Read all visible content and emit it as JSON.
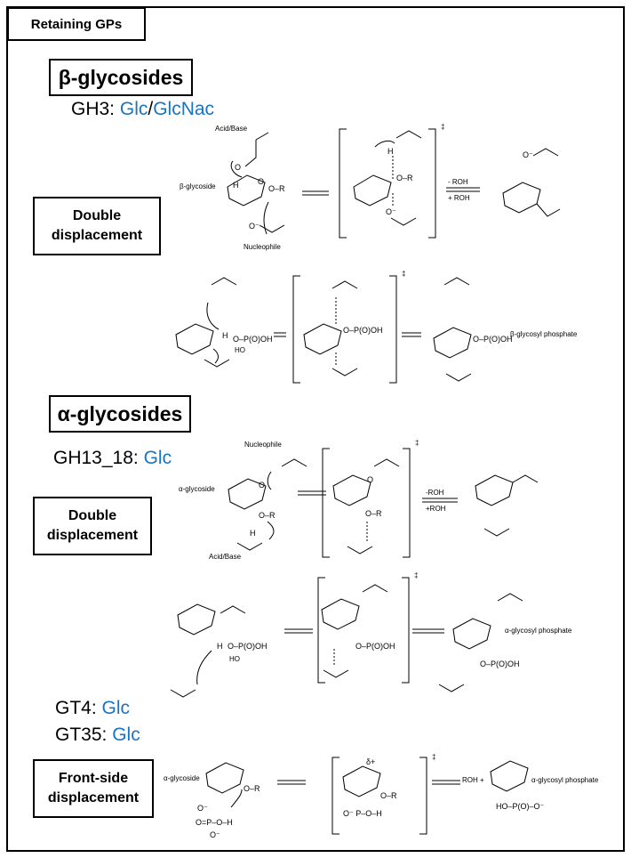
{
  "title": "Retaining GPs",
  "beta": {
    "heading": "β-glycosides",
    "family": {
      "prefix": "GH3: ",
      "sugar1": "Glc",
      "sep": "/",
      "sugar2": "GlcNac"
    },
    "mechanism": [
      "Double",
      "displacement"
    ],
    "scheme1": {
      "acid_base": "Acid/Base",
      "substrate": "β-glycoside",
      "nucleophile": "Nucleophile",
      "arrow_top": "- ROH",
      "arrow_bottom": "+ ROH",
      "dagger": "‡"
    },
    "scheme2": {
      "product": "β-glycosyl phosphate",
      "dagger": "‡"
    }
  },
  "alpha": {
    "heading": "α-glycosides",
    "family": {
      "prefix": "GH13_18: ",
      "sugar": "Glc"
    },
    "mechanism": [
      "Double",
      "displacement"
    ],
    "scheme1": {
      "nucleophile": "Nucleophile",
      "substrate": "α-glycoside",
      "acid_base": "Acid/Base",
      "arrow_top": "-ROH",
      "arrow_bottom": "+ROH",
      "dagger": "‡"
    },
    "scheme2": {
      "product": "α-glycosyl phosphate",
      "dagger": "‡"
    }
  },
  "gt": {
    "families": [
      {
        "prefix": "GT4: ",
        "sugar": "Glc"
      },
      {
        "prefix": "GT35: ",
        "sugar": "Glc"
      }
    ],
    "mechanism": [
      "Front-side",
      "displacement"
    ],
    "scheme": {
      "substrate": "α-glycoside",
      "roh": "ROH +",
      "product": "α-glycosyl phosphate",
      "dagger": "‡"
    }
  }
}
